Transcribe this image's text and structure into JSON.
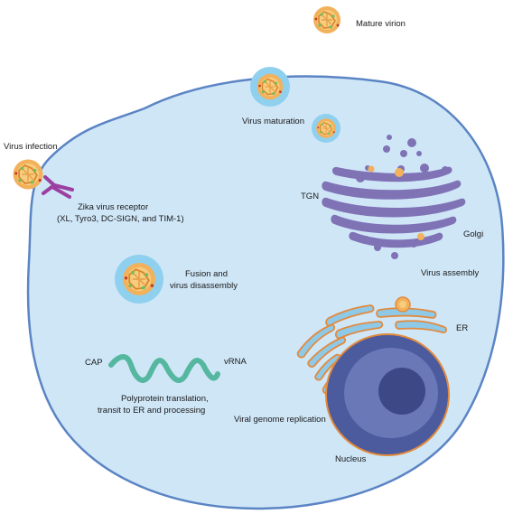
{
  "labels": {
    "mature_virion": "Mature virion",
    "virus_infection": "Virus infection",
    "virus_maturation": "Virus maturation",
    "receptor_line1": "Zika virus receptor",
    "receptor_line2": "(XL, Tyro3, DC-SIGN, and TIM-1)",
    "tgn": "TGN",
    "golgi": "Golgi",
    "fusion_line1": "Fusion and",
    "fusion_line2": "virus disassembly",
    "virus_assembly": "Virus assembly",
    "er": "ER",
    "cap": "CAP",
    "vrna": "vRNA",
    "translation_line1": "Polyprotein translation,",
    "translation_line2": "transit to ER and processing",
    "replication": "Viral genome replication",
    "nucleus": "Nucleus"
  },
  "colors": {
    "cytoplasm": "#cfe6f7",
    "membrane": "#5b84c4",
    "vesicle": "#8fd0ef",
    "virion": "#f2b15a",
    "virion_core": "#f7cc7e",
    "golgi": "#7f73b6",
    "er_fill": "#8ec9e8",
    "er_edge": "#e28a3d",
    "nucleus_outer": "#4c5a9e",
    "nucleus_mid": "#6a78b8",
    "nucleolus": "#3d4887",
    "rna": "#56b7a0",
    "receptor": "#9b3fa0"
  }
}
